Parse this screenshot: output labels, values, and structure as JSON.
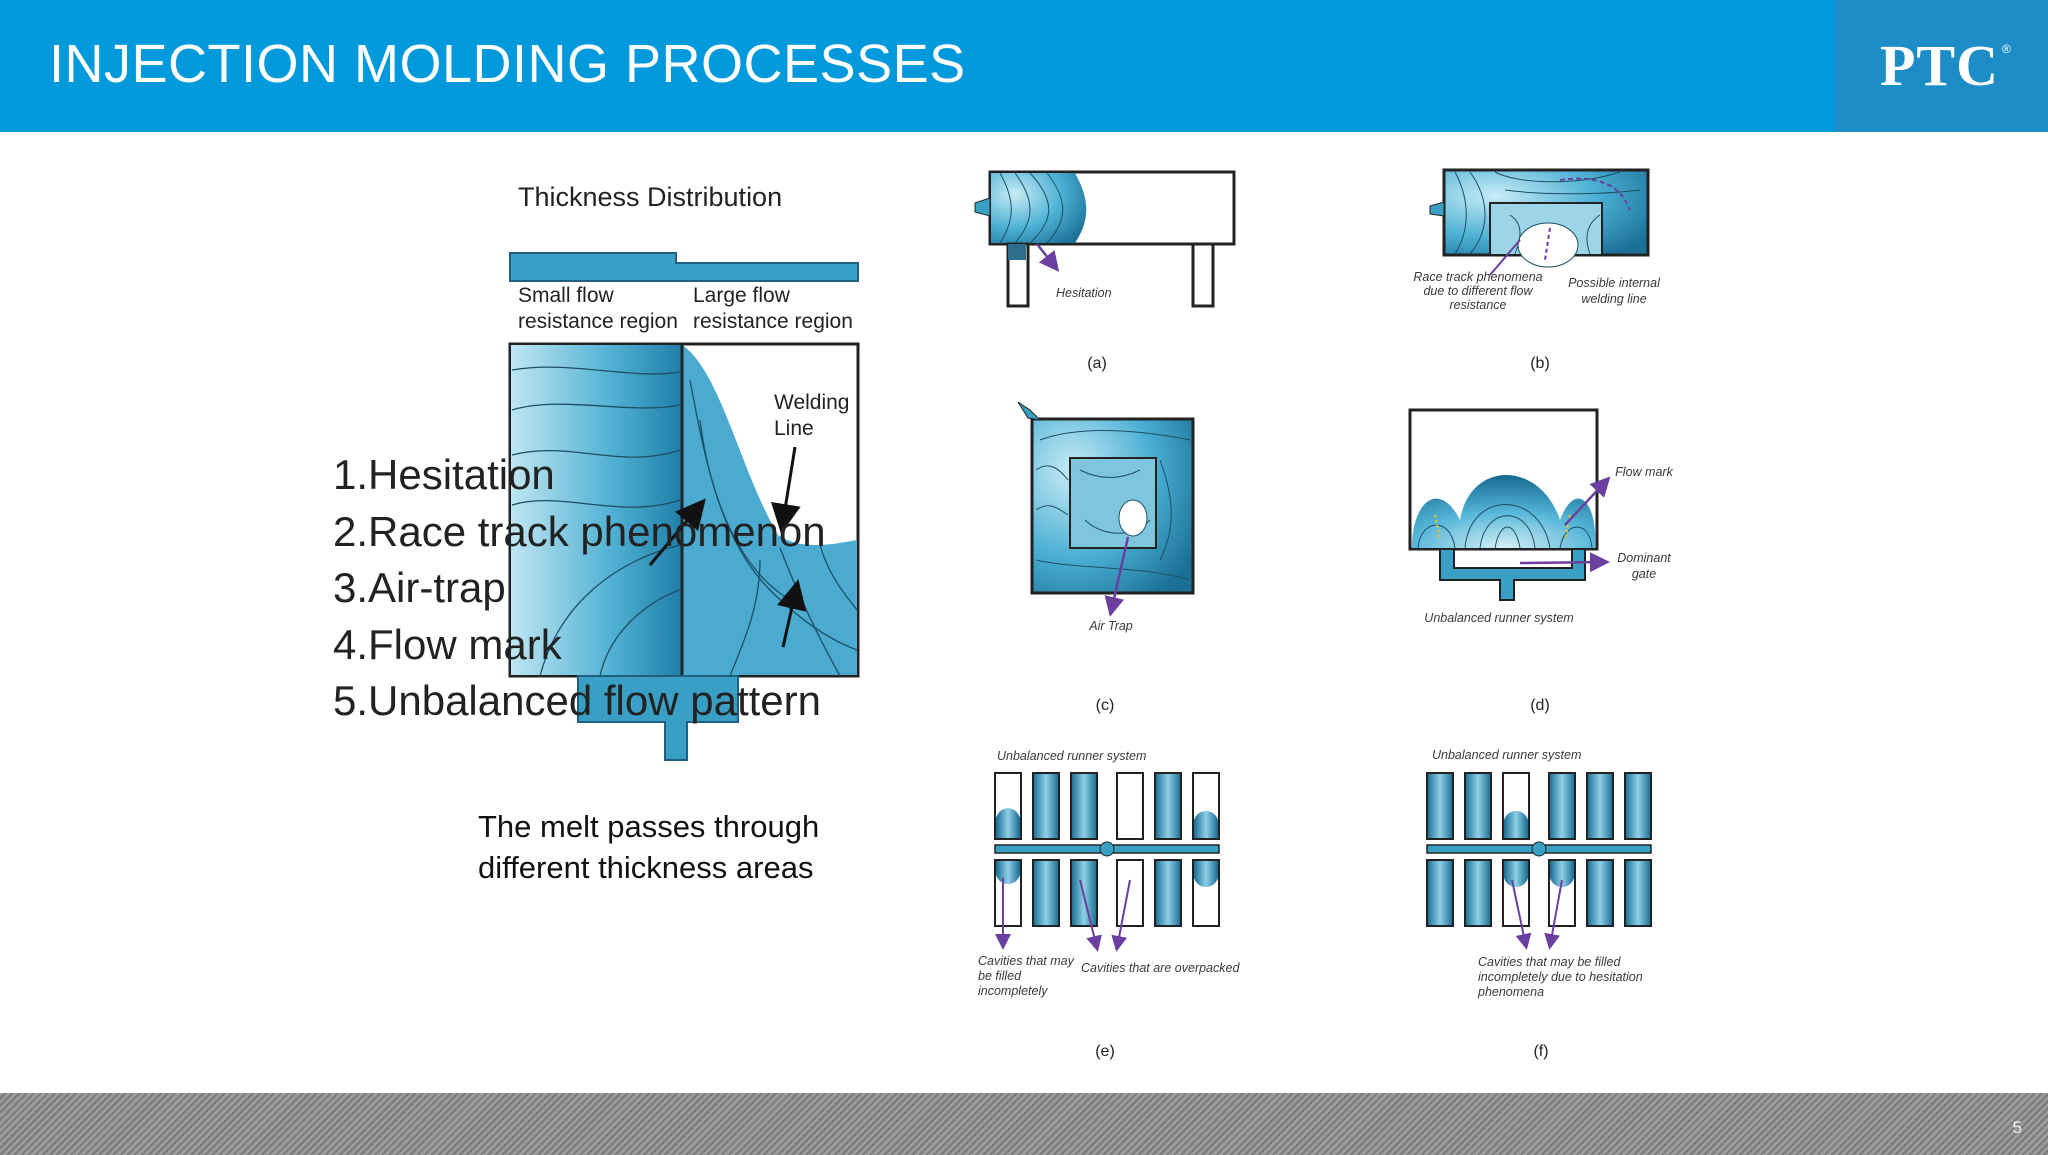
{
  "header": {
    "title": "INJECTION MOLDING PROCESSES",
    "logo": "PTC",
    "logo_mark": "®"
  },
  "figure_thickness": {
    "title": "Thickness Distribution",
    "region_small": [
      "Small flow",
      "resistance region"
    ],
    "region_large": [
      "Large flow",
      "resistance region"
    ],
    "welding_line": [
      "Welding",
      "Line"
    ]
  },
  "overlay_list": [
    "1.Hesitation",
    "2.Race track phenomenon",
    "3.Air-trap",
    "4.Flow mark",
    "5.Unbalanced flow pattern"
  ],
  "caption": [
    "The melt passes through",
    "different thickness areas"
  ],
  "panels": {
    "a": {
      "label": "(a)",
      "notes": [
        "Hesitation"
      ]
    },
    "b": {
      "label": "(b)",
      "notes": [
        "Race track phenomena",
        "due to different flow",
        "resistance",
        "Possible internal",
        "welding line"
      ]
    },
    "c": {
      "label": "(c)",
      "notes": [
        "Air Trap"
      ]
    },
    "d": {
      "label": "(d)",
      "notes": [
        "Flow mark",
        "Dominant",
        "gate",
        "Unbalanced runner system"
      ]
    },
    "e": {
      "label": "(e)",
      "notes": [
        "Unbalanced  runner system",
        "Cavities that may",
        "be filled",
        "incompletely",
        "Cavities that are overpacked"
      ]
    },
    "f": {
      "label": "(f)",
      "notes": [
        "Unbalanced  runner system",
        "Cavities that may be filled",
        "incompletely due to hesitation",
        "phenomena"
      ]
    }
  },
  "footer": {
    "page_number": "5"
  },
  "colors": {
    "header_blue": "#0099db",
    "logo_blue": "#1d8dc8",
    "melt_teal": "#3a9fc4",
    "melt_light": "#9fd3e6",
    "arrow_purple": "#6a3fa0"
  }
}
